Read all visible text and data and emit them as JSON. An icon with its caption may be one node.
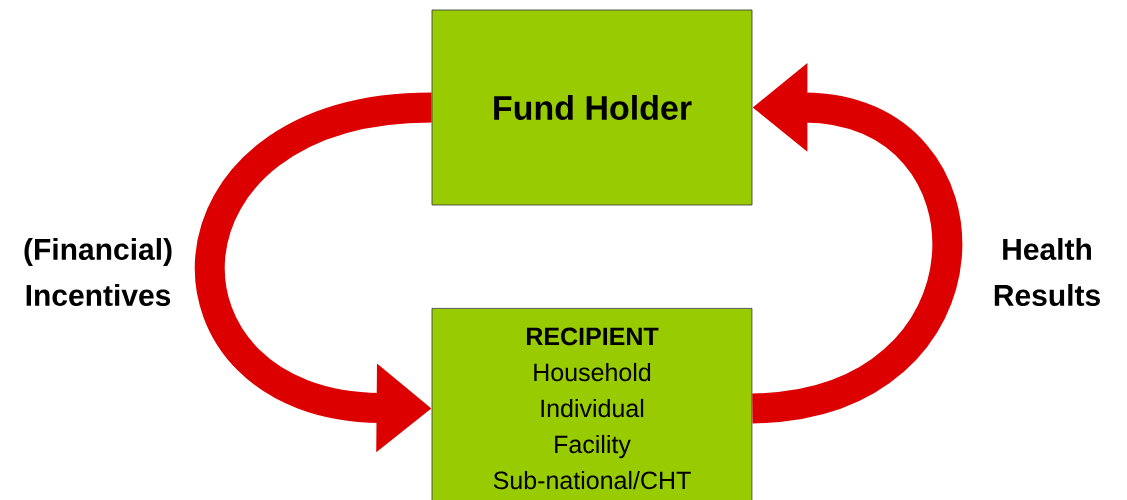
{
  "diagram": {
    "nodes": [
      {
        "text": [
          "Fund Holder"
        ]
      },
      {
        "text": [
          "RECIPIENT",
          "Household",
          "Individual",
          "Facility",
          "Sub-national/CHT"
        ]
      }
    ],
    "edges": [
      {
        "from": 0,
        "to": 1,
        "arrow": "to",
        "label": "(Financial) Incentives"
      },
      {
        "from": 1,
        "to": 0,
        "arrow": "to",
        "label": "Health Results"
      }
    ]
  }
}
